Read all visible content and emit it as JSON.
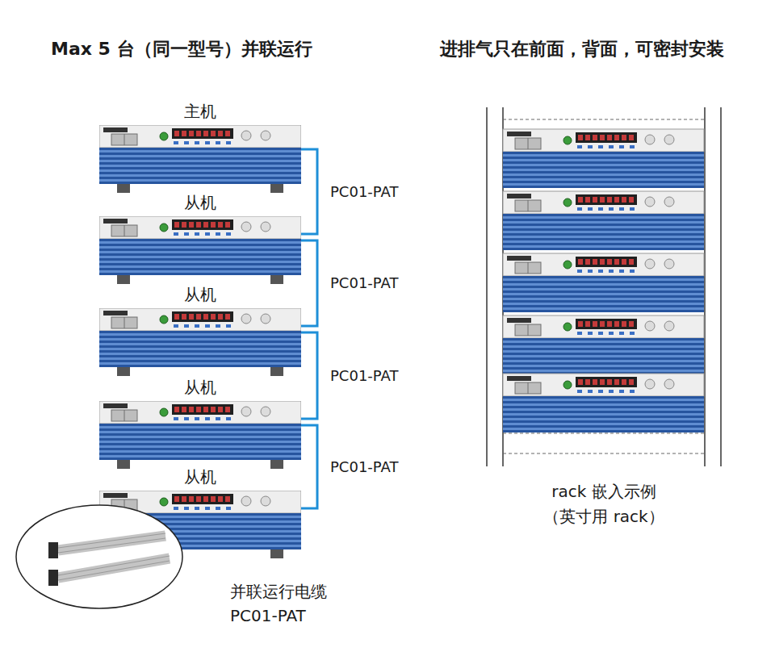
{
  "diagram": {
    "title": "Max 5 台（同一型号）并联运行",
    "nodes": [
      {
        "text": [
          "主机"
        ]
      },
      {
        "text": [
          "从机"
        ]
      },
      {
        "text": [
          "从机"
        ]
      },
      {
        "text": [
          "从机"
        ]
      },
      {
        "text": [
          "从机"
        ]
      }
    ],
    "edges": [
      {
        "from": 0,
        "to": 1,
        "arrow": "none",
        "label": "PC01-PAT"
      },
      {
        "from": 1,
        "to": 2,
        "arrow": "none",
        "label": "PC01-PAT"
      },
      {
        "from": 2,
        "to": 3,
        "arrow": "none",
        "label": "PC01-PAT"
      },
      {
        "from": 3,
        "to": 4,
        "arrow": "none",
        "label": "PC01-PAT"
      }
    ],
    "labels": [
      "进排气只在前面，背面，可密封安装",
      "并联运行电缆 PC01-PAT",
      "rack 嵌入示例",
      "（英寸用 rack）"
    ]
  }
}
